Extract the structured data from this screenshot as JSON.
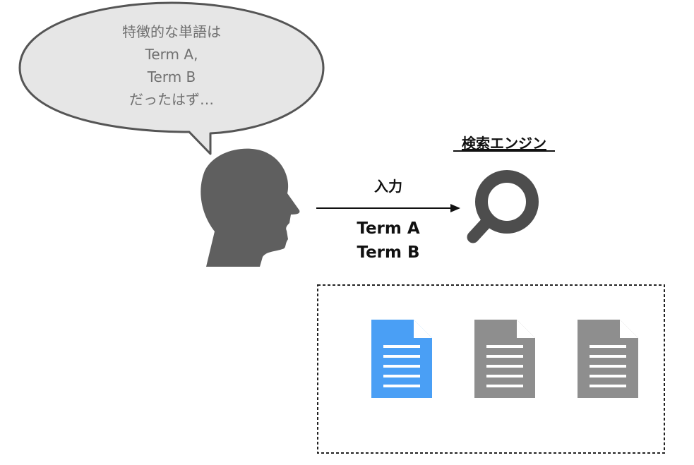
{
  "speech_bubble": {
    "lines": [
      "特徴的な単語は",
      "Term A,",
      "Term B",
      "だったはず…"
    ]
  },
  "search_engine": {
    "label": "検索エンジン"
  },
  "input_arrow": {
    "label": "入力",
    "terms": [
      "Term A",
      "Term B"
    ]
  },
  "documents": {
    "highlight_color": "#4a9ff5",
    "default_color": "#8e8e8e",
    "items": [
      {
        "icon": "document-icon",
        "highlighted": true
      },
      {
        "icon": "document-icon",
        "highlighted": false
      },
      {
        "icon": "document-icon",
        "highlighted": false
      }
    ]
  },
  "colors": {
    "person": "#5f5f5f",
    "magnifier": "#4d4d4d",
    "bubble_fill": "#e6e6e6",
    "bubble_stroke": "#555555",
    "text_gray": "#707070"
  }
}
